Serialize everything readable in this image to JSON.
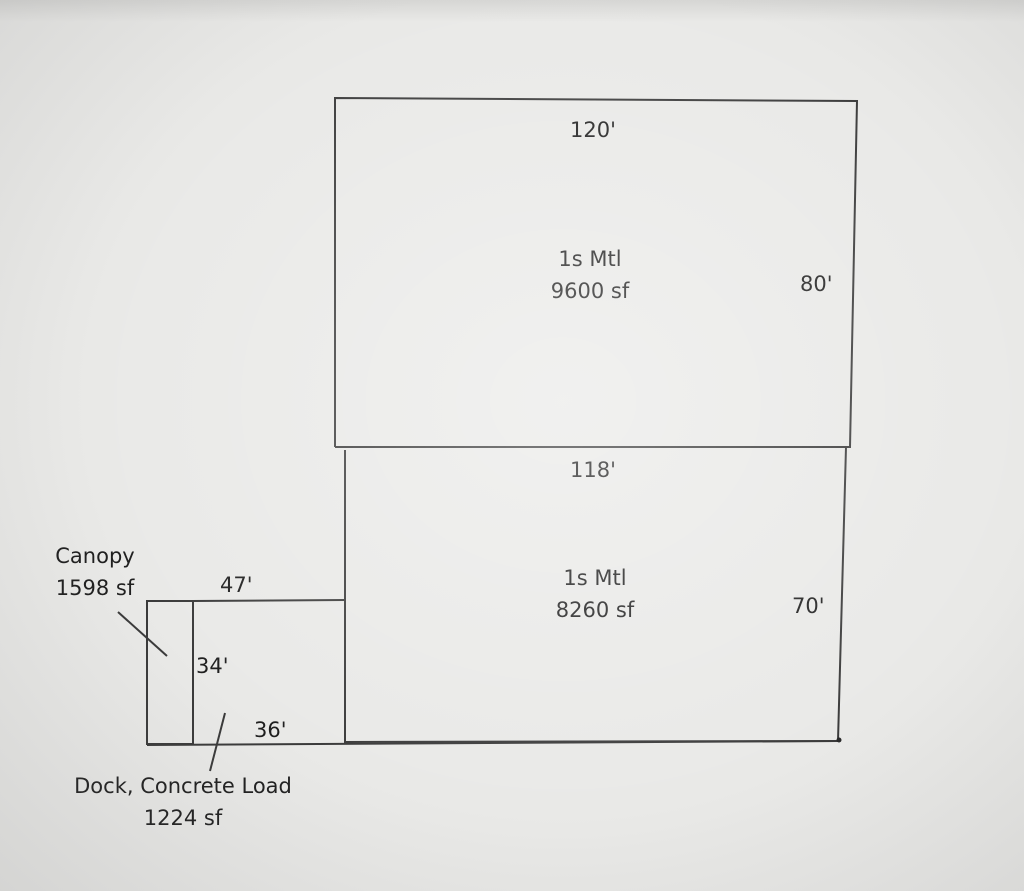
{
  "upper_building": {
    "top_dimension": "120'",
    "side_dimension": "80'",
    "construction": "1s Mtl",
    "area": "9600 sf"
  },
  "lower_building": {
    "top_dimension": "118'",
    "side_dimension": "70'",
    "construction": "1s Mtl",
    "area": "8260 sf"
  },
  "canopy": {
    "name": "Canopy",
    "area": "1598 sf"
  },
  "dock": {
    "name": "Dock, Concrete Load",
    "area": "1224 sf",
    "top_dimension": "47'",
    "side_dimension": "34'",
    "bottom_dimension": "36'"
  },
  "colors": {
    "background": "#e9e9e7",
    "line": "#3a3a3a",
    "text": "#1f1f1f"
  }
}
